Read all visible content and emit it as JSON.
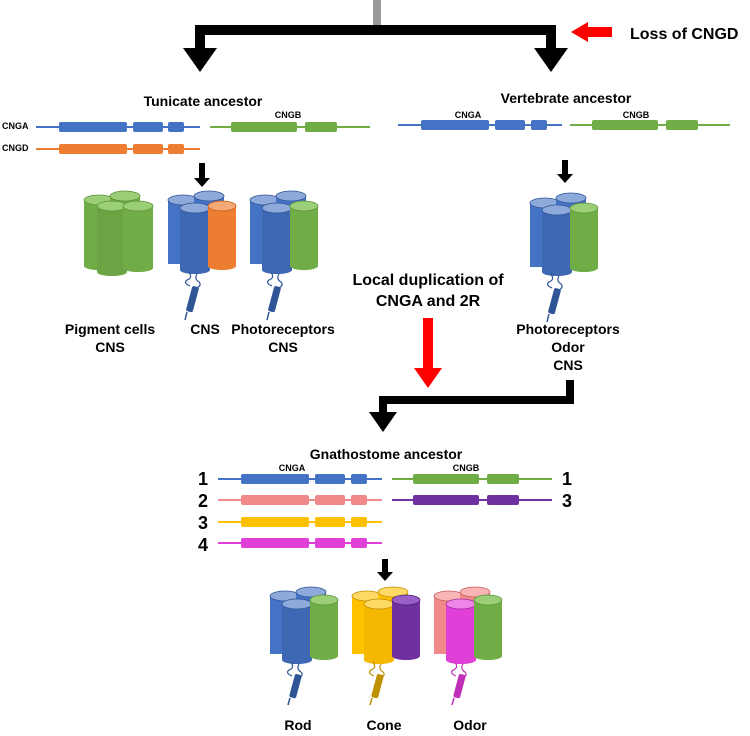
{
  "colors": {
    "blue": "#4472C4",
    "blue_light": "#6F95D6",
    "green": "#70AD47",
    "green_light": "#8CC767",
    "orange": "#ED7D31",
    "pink": "#F08A8A",
    "yellow": "#FFC000",
    "purple": "#7030A0",
    "magenta": "#E040D8",
    "red_arrow": "#FF0000",
    "black": "#000000"
  },
  "labels": {
    "loss": "Loss of CNGD",
    "tunicate": "Tunicate ancestor",
    "vertebrate": "Vertebrate ancestor",
    "gnathostome": "Gnathostome ancestor",
    "dup_line1": "Local duplication of",
    "dup_line2": "CNGA and 2R",
    "cnga": "CNGA",
    "cngb": "CNGB",
    "cngd": "CNGD",
    "pigment_line1": "Pigment cells",
    "pigment_line2": "CNS",
    "cns": "CNS",
    "photo_line1": "Photoreceptors",
    "photo_line2": "CNS",
    "v_photo1": "Photoreceptors",
    "v_photo2": "Odor",
    "v_photo3": "CNS",
    "rod": "Rod",
    "cone": "Cone",
    "odor": "Odor"
  },
  "gene_numbers": {
    "cnga": [
      "1",
      "2",
      "3",
      "4"
    ],
    "cngb": [
      "1",
      "3"
    ]
  }
}
